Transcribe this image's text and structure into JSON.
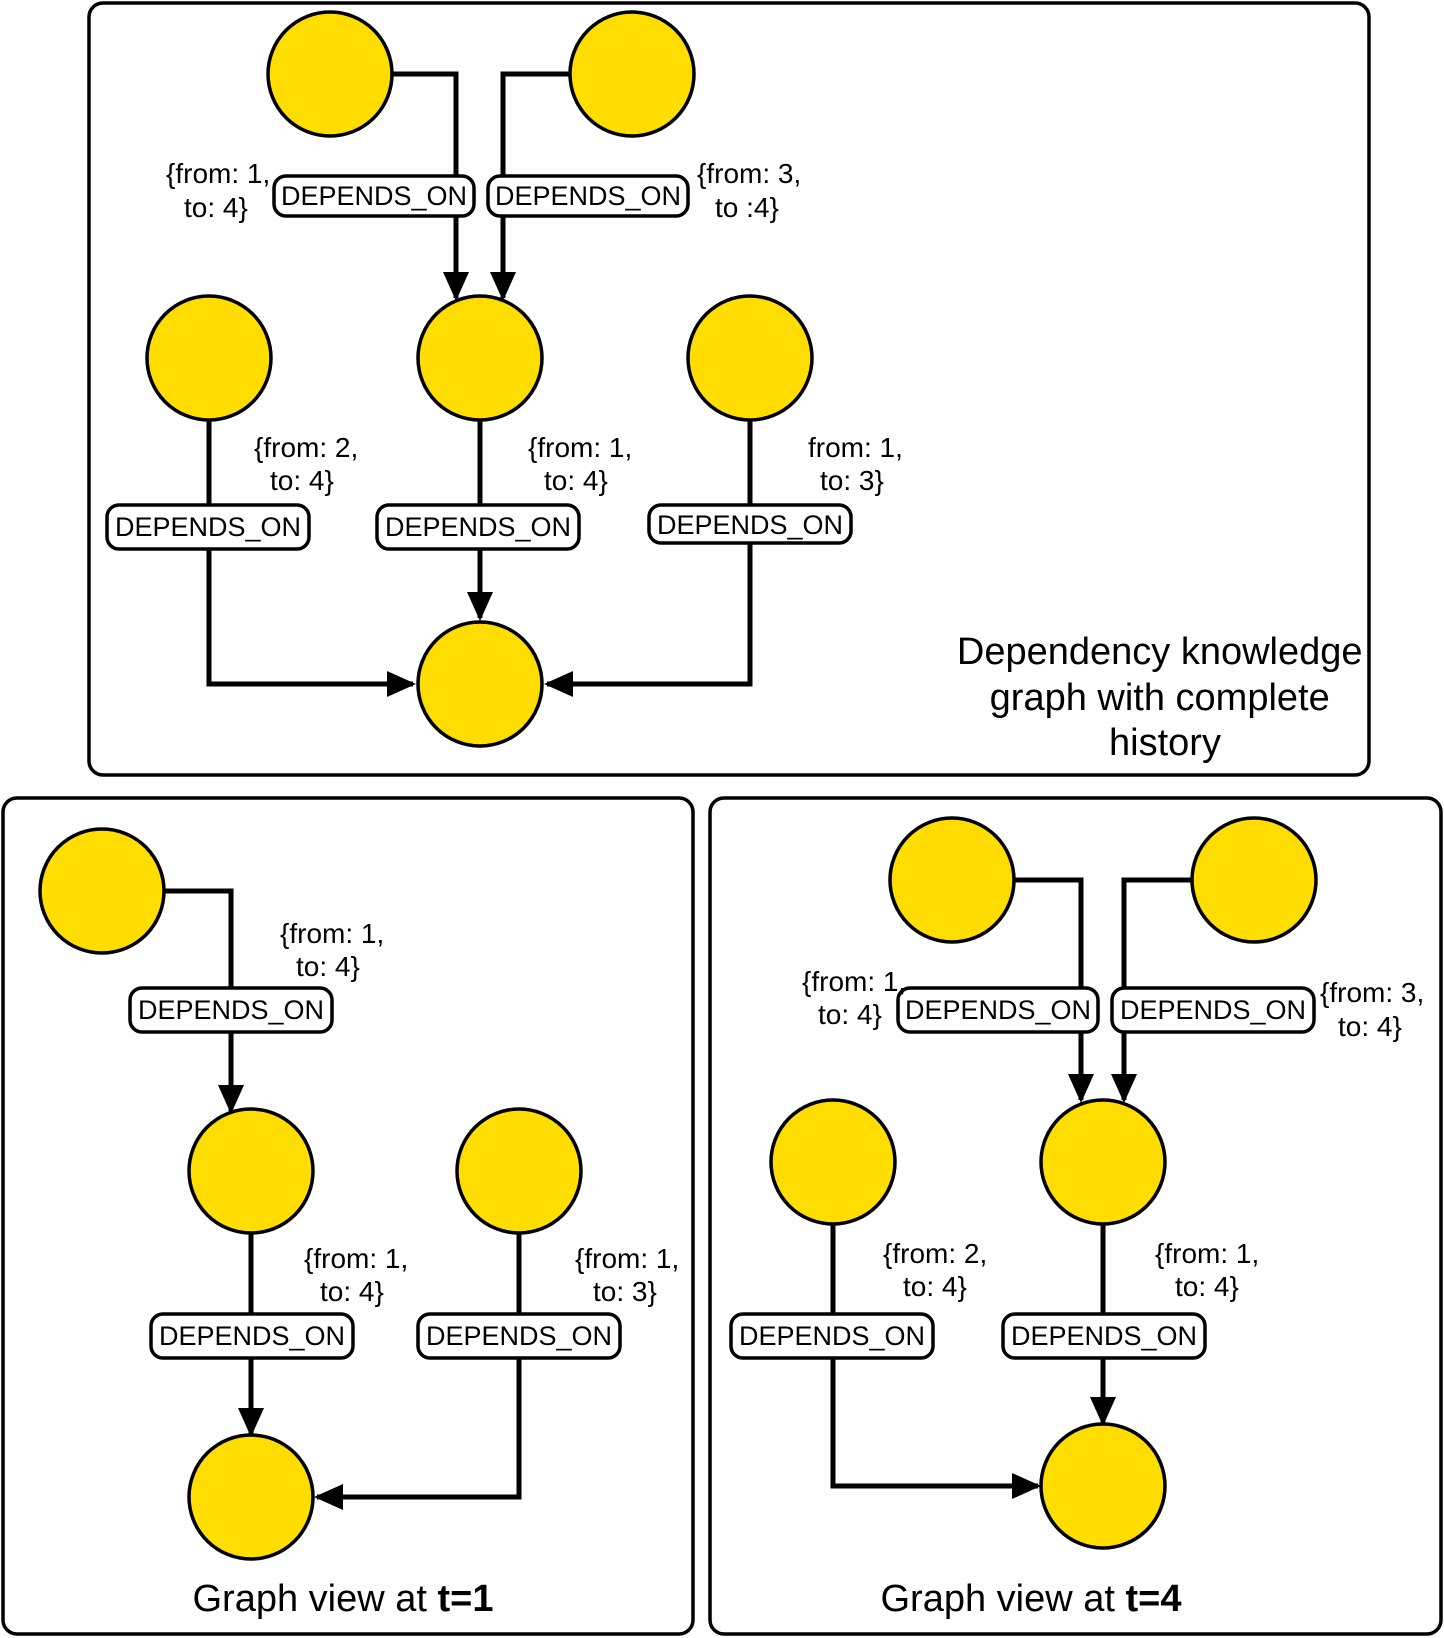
{
  "colors": {
    "node_fill": "#FFDD00",
    "outline": "#000000",
    "background": "#FFFFFF"
  },
  "edge_label": "DEPENDS_ON",
  "panels": {
    "top": {
      "caption": [
        "Dependency knowledge",
        "graph with complete",
        "history"
      ],
      "props": {
        "e1": [
          "{from: 1,",
          "to: 4}"
        ],
        "e2": [
          "{from: 3,",
          "to :4}"
        ],
        "e3": [
          "{from: 2,",
          "to: 4}"
        ],
        "e4": [
          "{from: 1,",
          "to: 4}"
        ],
        "e5": [
          "from: 1,",
          "to: 3}"
        ]
      }
    },
    "left": {
      "caption_prefix": "Graph view at ",
      "caption_strong": "t=1",
      "props": {
        "e1": [
          "{from: 1,",
          "to: 4}"
        ],
        "e2": [
          "{from: 1,",
          "to: 4}"
        ],
        "e3": [
          "{from: 1,",
          "to: 3}"
        ]
      }
    },
    "right": {
      "caption_prefix": "Graph view at ",
      "caption_strong": "t=4",
      "props": {
        "e1": [
          "{from: 1,",
          "to: 4}"
        ],
        "e2": [
          "{from: 3,",
          "to: 4}"
        ],
        "e3": [
          "{from: 2,",
          "to: 4}"
        ],
        "e4": [
          "{from: 1,",
          "to: 4}"
        ]
      }
    }
  }
}
